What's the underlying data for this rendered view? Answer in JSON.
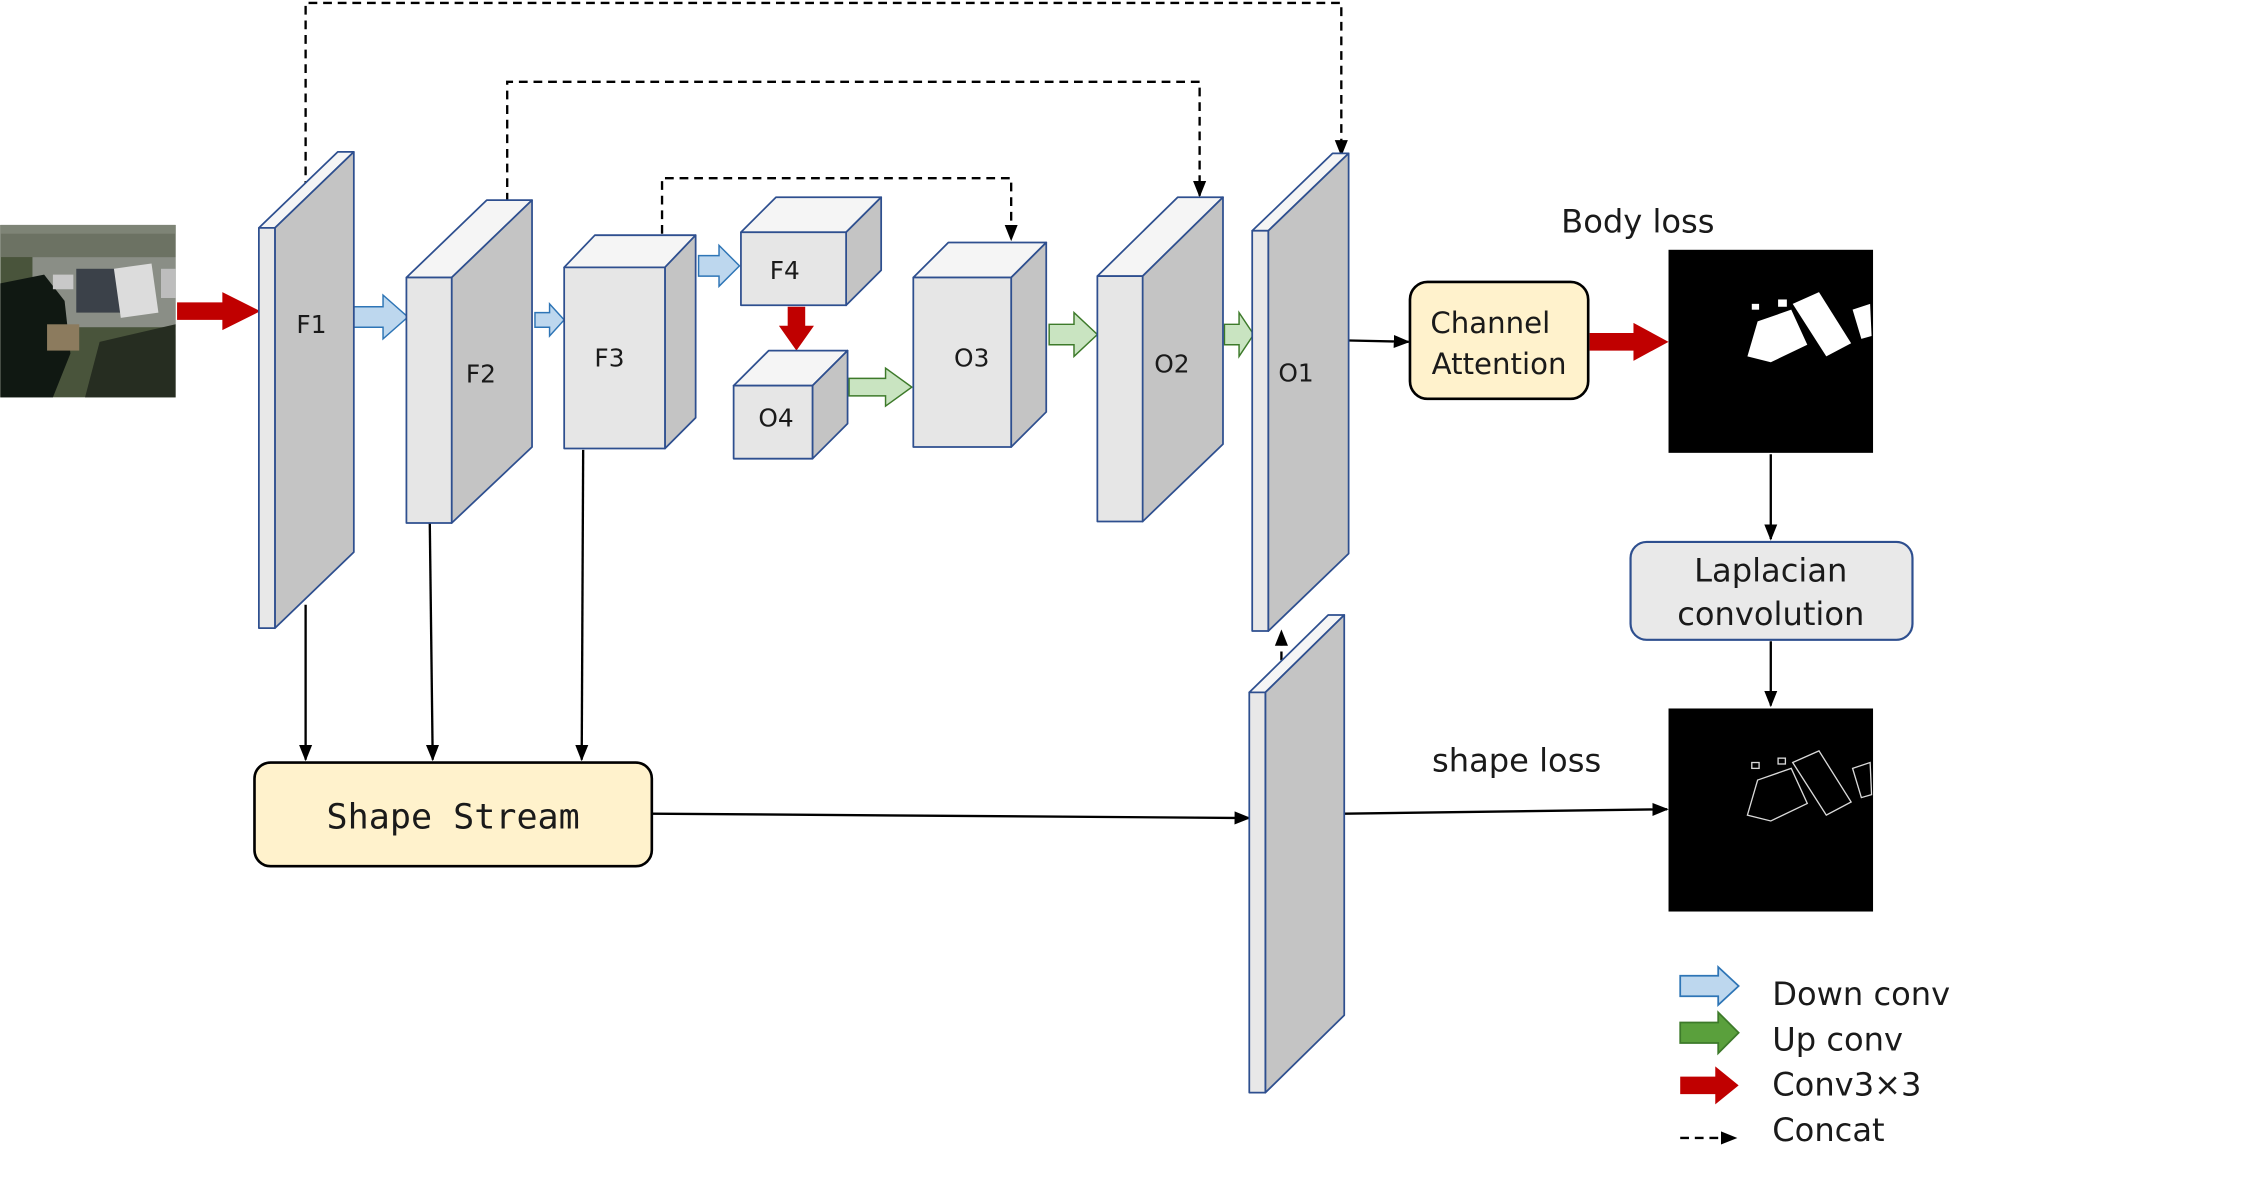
{
  "colors": {
    "box_front": "#e6e6e6",
    "box_side": "#c4c4c4",
    "box_stroke": "#2e4f8f",
    "down_conv": "#bdd7ee",
    "down_conv_stroke": "#2e75b6",
    "up_conv_fill": "#c9e4c1",
    "up_conv_legend": "#5aa03c",
    "up_conv_stroke": "#3d7a2a",
    "conv3x3": "#c00000",
    "yellow_box": "#fff2cc",
    "laplacian_box": "#e9e9e9",
    "laplacian_stroke": "#2e4f8f"
  },
  "blocks": {
    "f1": "F1",
    "f2": "F2",
    "f3": "F3",
    "f4": "F4",
    "o4": "O4",
    "o3": "O3",
    "o2": "O2",
    "o1": "O1"
  },
  "modules": {
    "channel_attention_line1": "Channel",
    "channel_attention_line2": "Attention",
    "shape_stream": "Shape Stream",
    "laplacian_line1": "Laplacian",
    "laplacian_line2": "convolution"
  },
  "labels": {
    "body_loss": "Body loss",
    "shape_loss": "shape loss"
  },
  "legend": {
    "down_conv": "Down conv",
    "up_conv": "Up conv",
    "conv3x3": "Conv3×3",
    "concat": "Concat"
  },
  "icons": {
    "input_image": "aerial-image-icon",
    "body_mask": "building-mask-icon",
    "edge_map": "edge-map-icon"
  }
}
